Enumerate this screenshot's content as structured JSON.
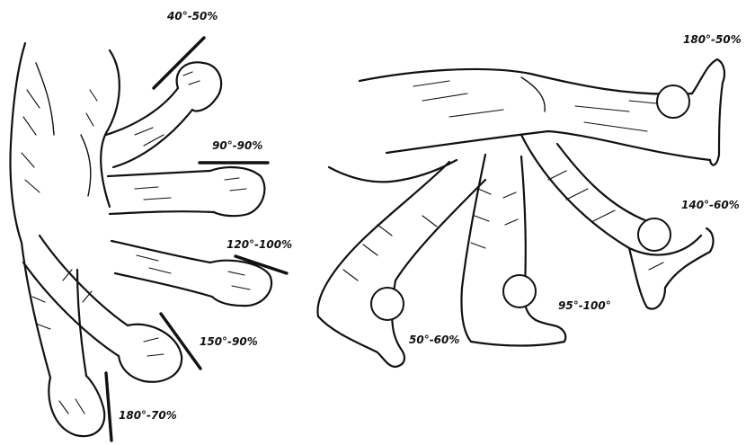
{
  "elbow_labels": [
    "40°-50%",
    "90°-90%",
    "120°-100%",
    "150°-90%",
    "180°-70%"
  ],
  "knee_labels": [
    "180°-50%",
    "140°-60%",
    "95°-100°",
    "50°-60%"
  ]
}
